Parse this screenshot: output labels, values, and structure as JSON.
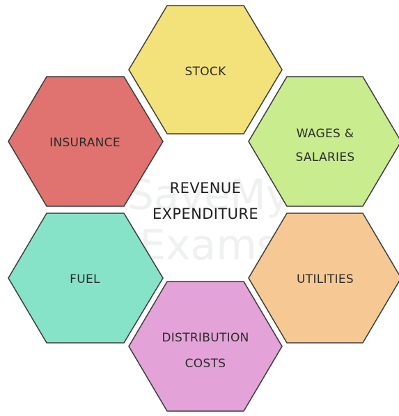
{
  "center": {
    "line1": "REVENUE",
    "line2": "EXPENDITURE"
  },
  "hexagons": [
    {
      "id": "stock",
      "lines": [
        "STOCK"
      ],
      "color": "#f3e27a"
    },
    {
      "id": "wages-salaries",
      "lines": [
        "WAGES &",
        "SALARIES"
      ],
      "color": "#c9ec8f"
    },
    {
      "id": "utilities",
      "lines": [
        "UTILITIES"
      ],
      "color": "#f6c994"
    },
    {
      "id": "distribution-costs",
      "lines": [
        "DISTRIBUTION",
        "COSTS"
      ],
      "color": "#e3a2d8"
    },
    {
      "id": "fuel",
      "lines": [
        "FUEL"
      ],
      "color": "#86e3c8"
    },
    {
      "id": "insurance",
      "lines": [
        "INSURANCE"
      ],
      "color": "#e0736f"
    }
  ],
  "watermark": {
    "line1": "SaveMy",
    "line2": "Exams"
  }
}
